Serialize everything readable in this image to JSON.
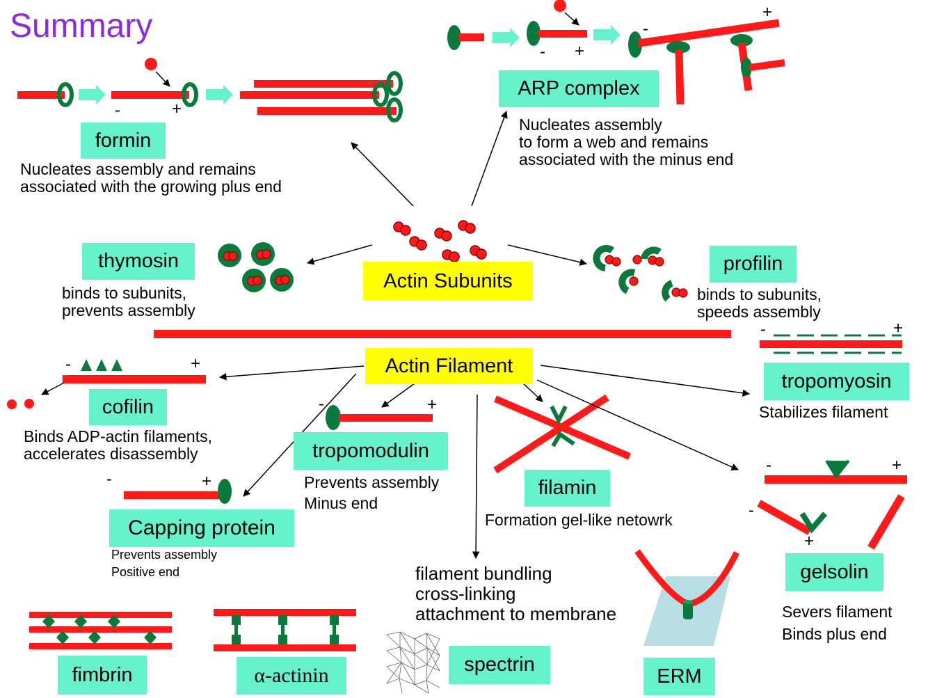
{
  "title": "Summary",
  "center": {
    "subunits": "Actin Subunits",
    "filament": "Actin Filament"
  },
  "formin": {
    "label": "formin",
    "desc": [
      "Nucleates assembly and remains",
      "associated with the growing plus end"
    ]
  },
  "arp": {
    "label": "ARP complex",
    "desc": [
      "Nucleates assembly",
      "to form a web and remains",
      "associated with the minus end"
    ]
  },
  "thymosin": {
    "label": "thymosin",
    "desc": [
      "binds to subunits,",
      "prevents assembly"
    ]
  },
  "profilin": {
    "label": "profilin",
    "desc": [
      "binds to subunits,",
      "speeds assembly"
    ]
  },
  "tropomyosin": {
    "label": "tropomyosin",
    "desc": "Stabilizes filament"
  },
  "cofilin": {
    "label": "cofilin",
    "desc": [
      "Binds ADP-actin filaments,",
      "accelerates disassembly"
    ]
  },
  "tropomodulin": {
    "label": "tropomodulin",
    "desc": [
      "Prevents assembly",
      "Minus end"
    ]
  },
  "filamin": {
    "label": "filamin",
    "desc": "Formation gel-like netowrk"
  },
  "gelsolin": {
    "label": "gelsolin",
    "desc": [
      "Severs filament",
      "Binds plus end"
    ]
  },
  "capping": {
    "label": "Capping protein",
    "desc": [
      "Prevents assembly",
      "Positive end"
    ]
  },
  "bundling": {
    "desc": [
      "filament bundling",
      "cross-linking",
      "attachment to membrane"
    ]
  },
  "fimbrin": {
    "label": "fimbrin"
  },
  "actinin": {
    "label": "α-actinin"
  },
  "spectrin": {
    "label": "spectrin"
  },
  "erm": {
    "label": "ERM"
  },
  "signs": {
    "plus": "+",
    "minus": "-"
  },
  "colors": {
    "actin": "#ff1a1a",
    "protein": "#0a7a3c",
    "label_bg": "#66f2cc",
    "highlight": "#ffff00",
    "title": "#8a2be2",
    "membrane": "#b7dfe3"
  }
}
